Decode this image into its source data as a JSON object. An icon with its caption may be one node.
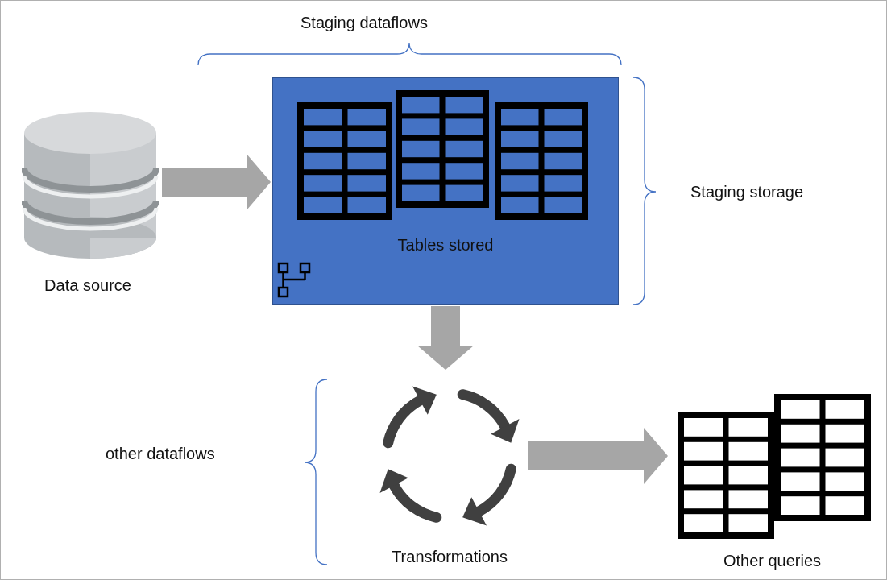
{
  "diagram": {
    "nodes": [
      {
        "text": [
          "Data source"
        ]
      },
      {
        "text": [
          "Tables stored"
        ]
      },
      {
        "text": [
          "Transformations"
        ]
      },
      {
        "text": [
          "Other queries"
        ]
      }
    ],
    "edges": [
      {
        "from": 0,
        "to": 1,
        "arrow": "to"
      },
      {
        "from": 1,
        "to": 2,
        "arrow": "to"
      },
      {
        "from": 2,
        "to": 3,
        "arrow": "to"
      }
    ],
    "labels": [
      "Staging dataflows",
      "Staging storage",
      "other dataflows"
    ]
  }
}
